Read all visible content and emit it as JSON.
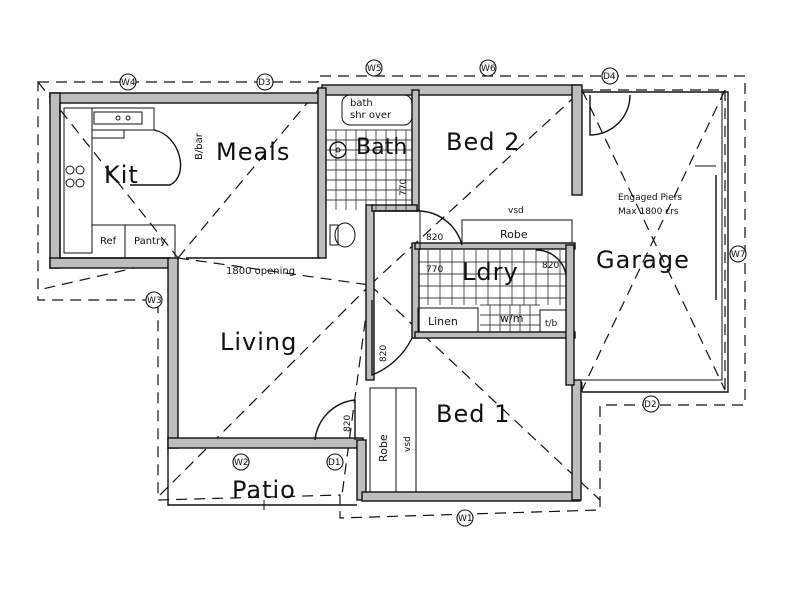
{
  "rooms": {
    "kit": "Kit",
    "meals": "Meals",
    "bath": "Bath",
    "bed2": "Bed 2",
    "ldry": "Ldry",
    "garage": "Garage",
    "living": "Living",
    "bed1": "Bed 1",
    "patio": "Patio"
  },
  "labels": {
    "bbar": "B/bar",
    "ref": "Ref",
    "pantry": "Pantry",
    "bath_shr_1": "bath",
    "bath_shr_2": "shr over",
    "robe_bed2": "Robe",
    "vsd_bed2": "vsd",
    "robe_bed1": "Robe",
    "vsd_bed1": "vsd",
    "linen": "Linen",
    "wm": "w/m",
    "tub": "t/b",
    "opening": "1800 opening",
    "piers_1": "Engaged Piers",
    "piers_2": "Max 1800 crs"
  },
  "doors": {
    "bath": "770",
    "bed2": "820",
    "ldry": "770",
    "ldry_right": "820",
    "living": "820",
    "patio": "820"
  },
  "markers": {
    "w4": "W4",
    "d3": "D3",
    "w5": "W5",
    "w6": "W6",
    "d4": "D4",
    "w7": "W7",
    "w3": "W3",
    "w2": "W2",
    "d1": "D1",
    "w1": "W1",
    "d2": "D2"
  }
}
